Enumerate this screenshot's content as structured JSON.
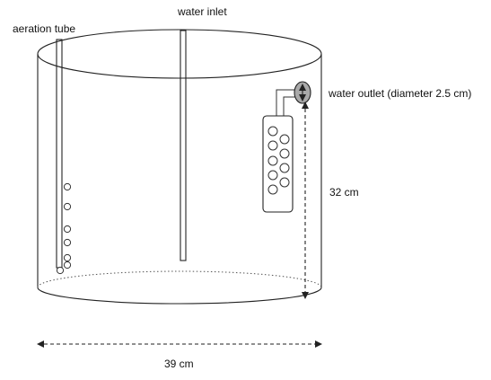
{
  "labels": {
    "aeration_tube": "aeration tube",
    "water_inlet": "water inlet",
    "water_outlet": "water outlet (diameter 2.5 cm)",
    "height": "32 cm",
    "diameter": "39 cm"
  },
  "colors": {
    "stroke": "#222222",
    "outlet_fill": "#a9a9a9",
    "background": "#ffffff"
  }
}
